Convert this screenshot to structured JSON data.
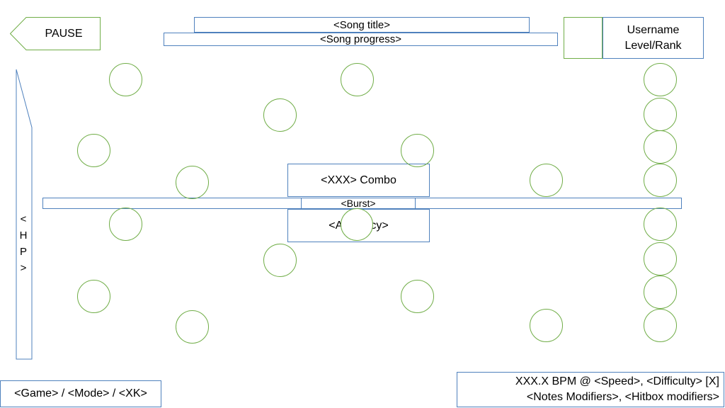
{
  "hud": {
    "pause_label": "PAUSE",
    "song_title": "<Song title>",
    "song_progress": "<Song progress>",
    "username": "Username",
    "level_rank": "Level/Rank",
    "hp_label": [
      "<",
      "H",
      "P",
      ">"
    ],
    "combo": "<XXX> Combo",
    "burst": "<Burst>",
    "accuracy": "<Accuracy>",
    "game_mode": "<Game> / <Mode> / <XK>",
    "bpm_line": "XXX.X BPM @ <Speed>, <Difficulty> [X]",
    "modifiers_line": "<Notes Modifiers>, <Hitbox modifiers>"
  },
  "colors": {
    "blue_outline": "#4f81bd",
    "green_outline": "#70ad47"
  }
}
